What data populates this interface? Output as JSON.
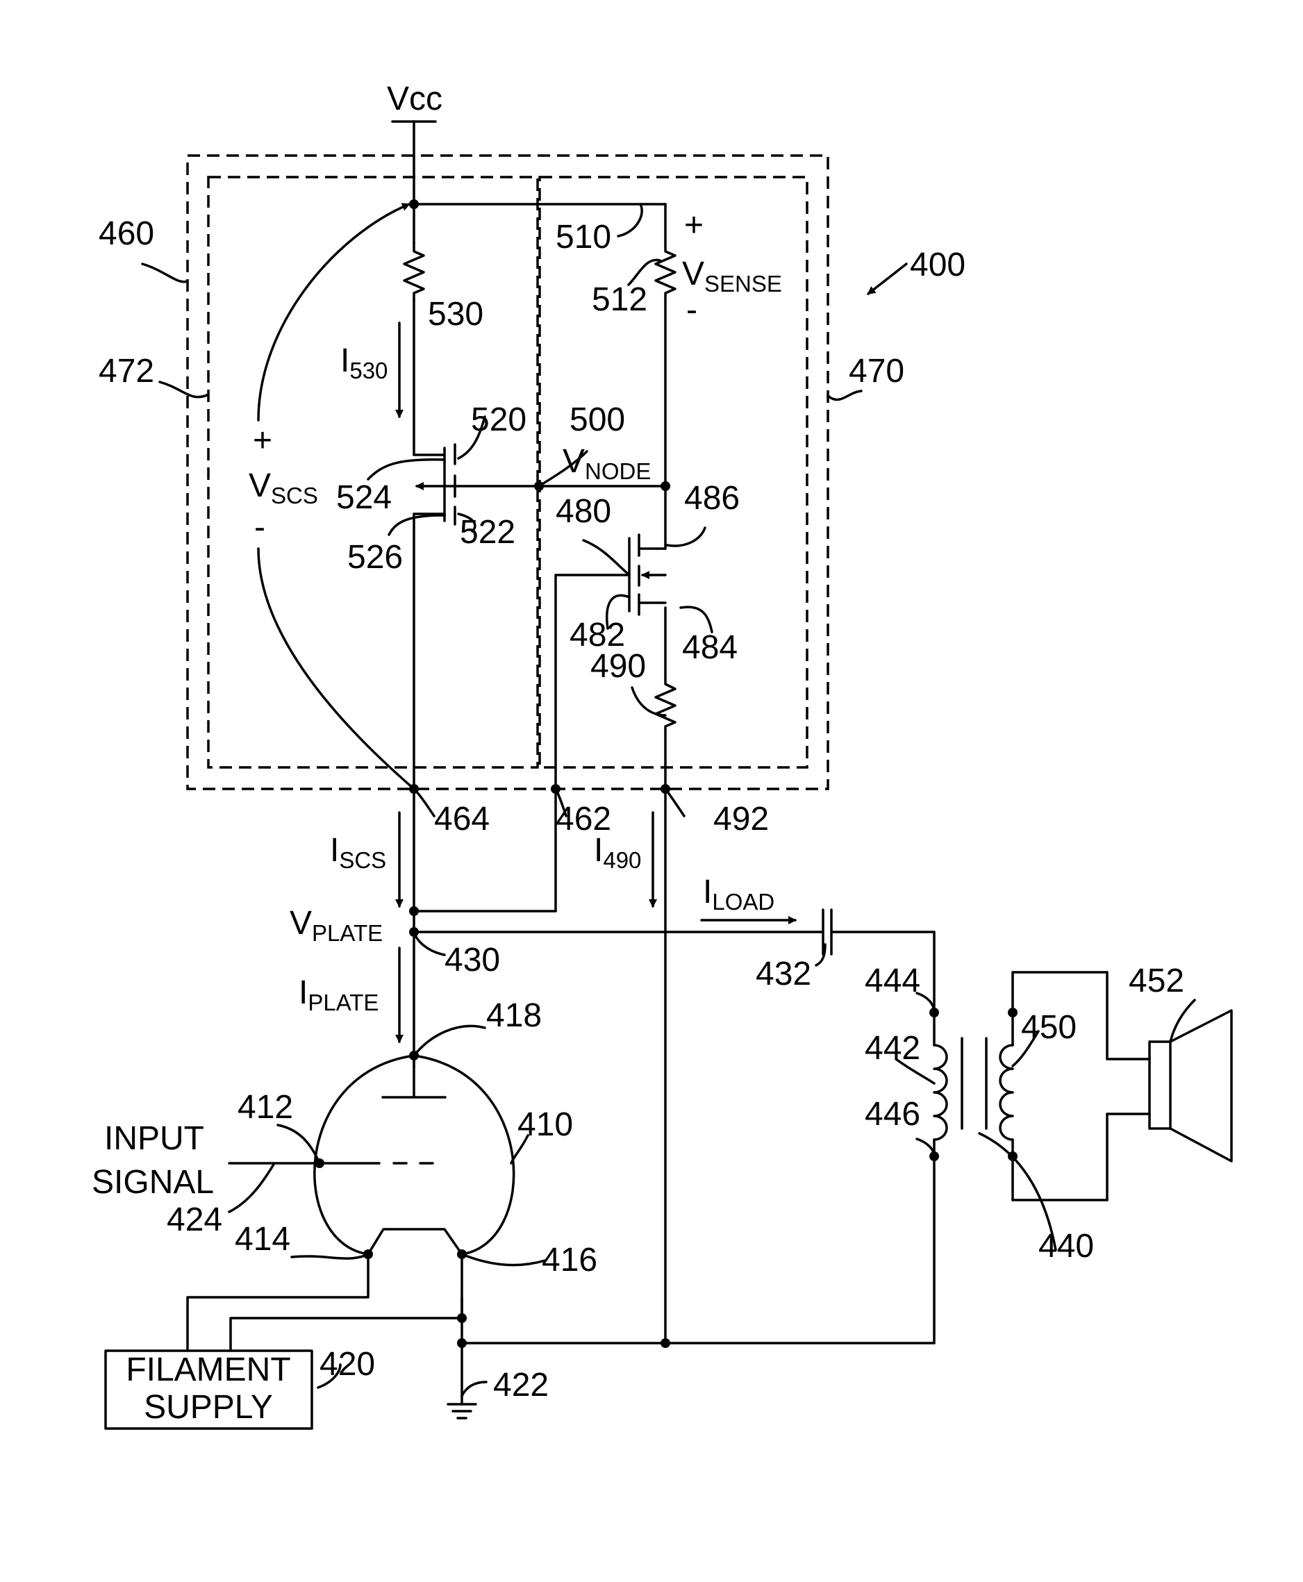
{
  "supply": {
    "vcc": "Vcc"
  },
  "refs": {
    "r400": "400",
    "r410": "410",
    "r412": "412",
    "r414": "414",
    "r416": "416",
    "r418": "418",
    "r420": "420",
    "r422": "422",
    "r424": "424",
    "r430": "430",
    "r432": "432",
    "r440": "440",
    "r442": "442",
    "r444": "444",
    "r446": "446",
    "r450": "450",
    "r452": "452",
    "r460": "460",
    "r462": "462",
    "r464": "464",
    "r470": "470",
    "r472": "472",
    "r480": "480",
    "r482": "482",
    "r484": "484",
    "r486": "486",
    "r490": "490",
    "r492": "492",
    "r500": "500",
    "r510": "510",
    "r512": "512",
    "r520": "520",
    "r522": "522",
    "r524": "524",
    "r526": "526",
    "r530": "530"
  },
  "currents": {
    "i530": {
      "main": "I",
      "sub": "530"
    },
    "iscs": {
      "main": "I",
      "sub": "SCS"
    },
    "i490": {
      "main": "I",
      "sub": "490"
    },
    "iload": {
      "main": "I",
      "sub": "LOAD"
    },
    "iplate": {
      "main": "I",
      "sub": "PLATE"
    }
  },
  "voltages": {
    "vsense": {
      "main": "V",
      "sub": "SENSE",
      "plus": "+",
      "minus": "-"
    },
    "vscs": {
      "main": "V",
      "sub": "SCS",
      "plus": "+",
      "minus": "-"
    },
    "vnode": {
      "main": "V",
      "sub": "NODE"
    },
    "vplate": {
      "main": "V",
      "sub": "PLATE"
    }
  },
  "blocks": {
    "input_line1": "INPUT",
    "input_line2": "SIGNAL",
    "filament_line1": "FILAMENT",
    "filament_line2": "SUPPLY"
  }
}
